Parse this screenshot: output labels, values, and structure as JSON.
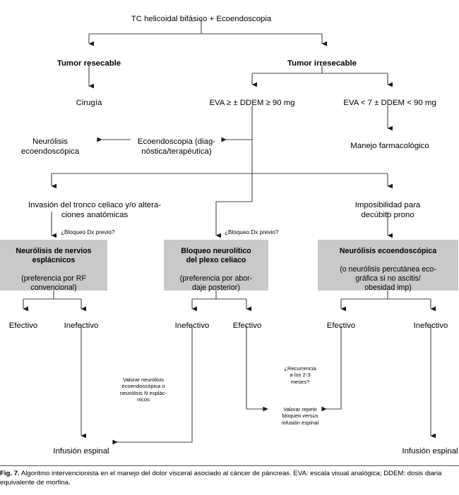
{
  "figure": {
    "label": "Fig. 7.",
    "caption": "Algoritmo intervencionista en el manejo del dolor visceral asociado al cáncer de páncreas. EVA: escala visual analógica; DDEM: dosis diaria equivalente de morfina."
  },
  "colors": {
    "box_fill": "#c9c9c9",
    "line": "#444444",
    "text": "#000000",
    "background": "#ffffff"
  },
  "nodes": {
    "root": "TC helicoidal bifásico + Ecoendoscopia",
    "resectable": "Tumor resecable",
    "irresectable": "Tumor irresecable",
    "surgery": "Cirugía",
    "eva_high": "EVA ≥ ± DDEM ≥ 90 mg",
    "eva_low": "EVA < 7 ± DDEM < 90 mg",
    "pharmacologic": "Manejo farmacológico",
    "echoendoscopy": "Ecoendoscopia (diag-\nnóstica/terapéutica)",
    "echo_neurolysis": "Neurólisis\necoendoscópica",
    "celiac_invasion": "Invasión del tronco celiaco y/o altera-\nciones anatómicas",
    "prone_impossible": "Imposibilidad para\ndecúbito prono"
  },
  "edge_labels": {
    "prior_block_left": "¿Bloqueo Dx previo?",
    "prior_block_mid": "¿Bloqueo Dx previo?"
  },
  "treatment_boxes": [
    {
      "id": "splanchnic",
      "title": "Neurólisis de nervios\nesplácnicos",
      "detail": "(preferencia por RF\nconvencional)"
    },
    {
      "id": "celiac-plexus",
      "title": "Bloqueo neurolítico\ndel plexo celiaco",
      "detail": "(preferencia por abor-\ndaje posterior)"
    },
    {
      "id": "echo-neurolysis",
      "title": "Neurólisis ecoendoscópica",
      "detail": "(o neurólisis percutánea eco-\ngráfica si no ascitis/\nobesidad imp)"
    }
  ],
  "outcomes": {
    "left_effective": "Efectivo",
    "left_ineffective": "Inefectivo",
    "mid_ineffective": "Inefectivo",
    "mid_effective": "Efectivo",
    "right_effective": "Efectivo",
    "right_ineffective": "Inefectivo"
  },
  "terminals": {
    "spinal_infusion_left": "Infusión espinal",
    "spinal_infusion_right": "Infusión espinal"
  },
  "annotations": {
    "consider_neurolysis": "Valorar neurólisis\necoendoscópica o\nneurólisis N esplác-\nnicos",
    "recurrence": "¿Recurrencia\na los 2-3\nmeses?",
    "repeat_block_pre": "Valorar repetir\nbloqueo ",
    "repeat_block_italic": "versus",
    "repeat_block_post": "\ninfusión espinal"
  }
}
